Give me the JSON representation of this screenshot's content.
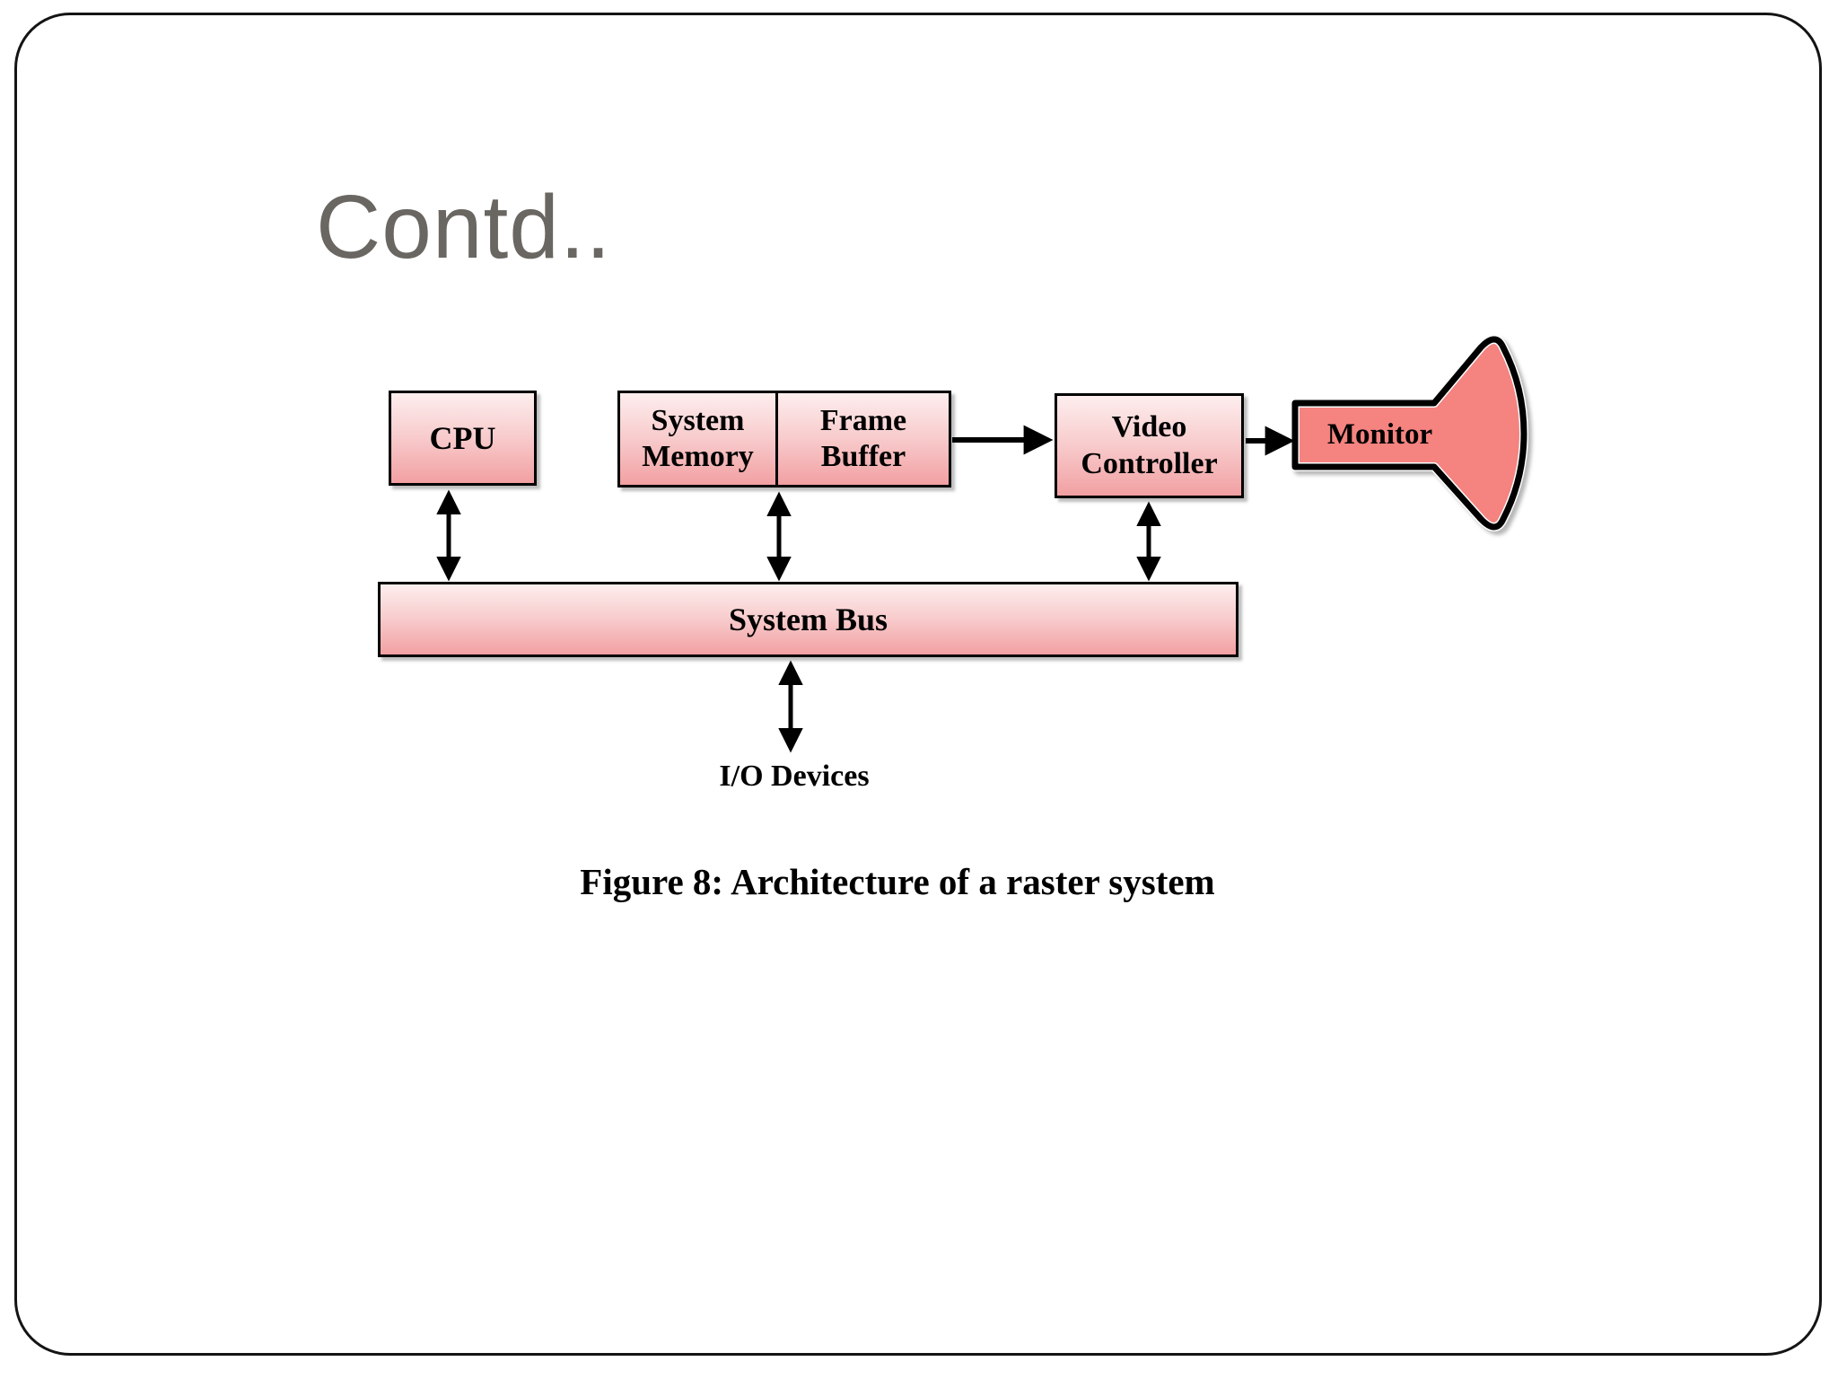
{
  "title": "Contd..",
  "diagram": {
    "cpu": "CPU",
    "system_memory": "System Memory",
    "frame_buffer": "Frame Buffer",
    "video_controller": "Video Controller",
    "system_bus": "System Bus",
    "monitor": "Monitor",
    "io_devices": "I/O Devices",
    "caption": "Figure 8: Architecture of a raster system"
  },
  "colors": {
    "title_gray": "#6a6662",
    "box_gradient_top": "#fdeeee",
    "box_gradient_bottom": "#f2a0a2",
    "monitor_fill": "#f58380",
    "outline": "#000000"
  }
}
